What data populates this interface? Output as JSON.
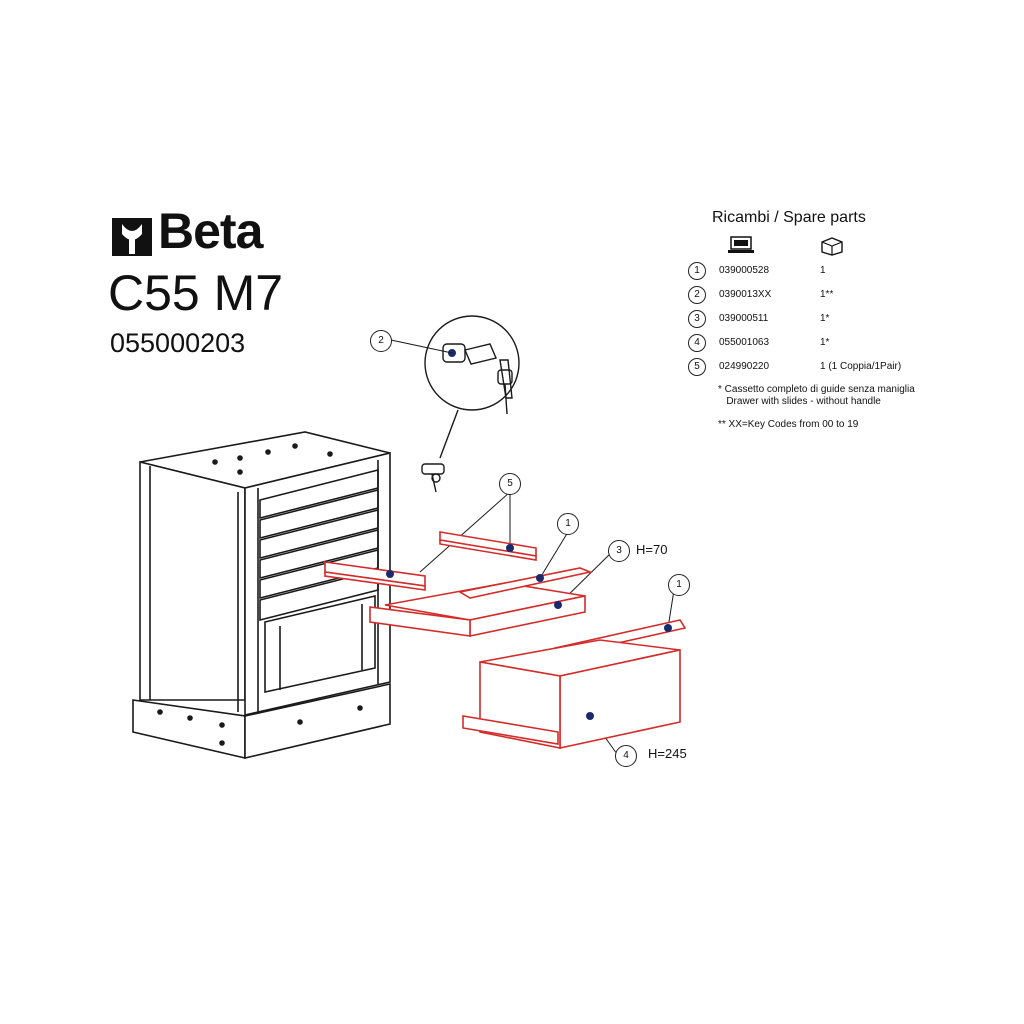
{
  "brand": {
    "name": "Beta"
  },
  "product": {
    "model": "C55 M7",
    "code": "055000203"
  },
  "spare_parts": {
    "title": "Ricambi / Spare parts",
    "column_icons": [
      "laptop-icon",
      "package-icon"
    ],
    "rows": [
      {
        "num": "1",
        "code": "039000528",
        "qty": "1"
      },
      {
        "num": "2",
        "code": "0390013XX",
        "qty": "1**"
      },
      {
        "num": "3",
        "code": "039000511",
        "qty": "1*"
      },
      {
        "num": "4",
        "code": "055001063",
        "qty": "1*"
      },
      {
        "num": "5",
        "code": "024990220",
        "qty": "1 (1 Coppia/1Pair)"
      }
    ],
    "note_single_star": "* Cassetto completo di guide senza maniglia\n   Drawer with slides - without handle",
    "note_double_star": "** XX=Key Codes from 00 to 19"
  },
  "callouts": {
    "lock": "2",
    "slide_pair": "5",
    "slide_top": "1",
    "drawer_small": "3",
    "slide_bottom": "1",
    "drawer_large": "4"
  },
  "heights": {
    "small": "H=70",
    "large": "H=245"
  },
  "colors": {
    "outline": "#1a1a1a",
    "highlight": "#d42b2b",
    "dot": "#1a2a6b"
  }
}
